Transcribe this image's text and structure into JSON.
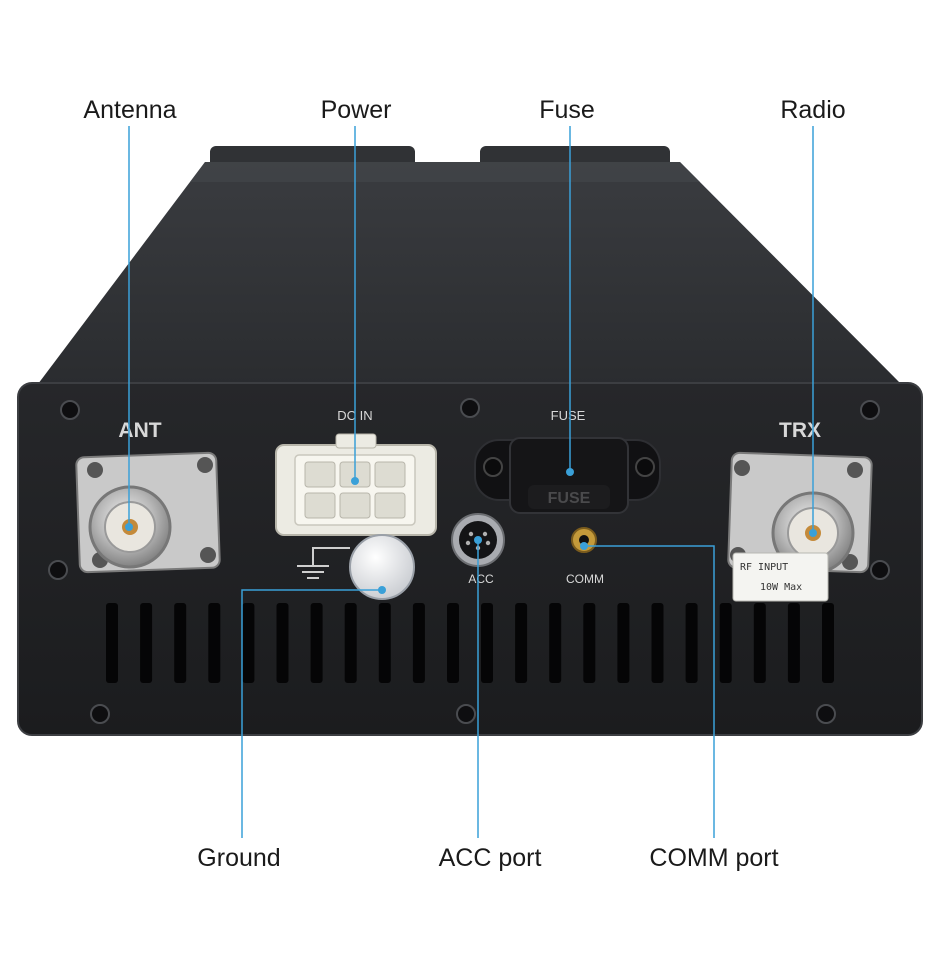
{
  "callouts": {
    "antenna": "Antenna",
    "power": "Power",
    "fuse": "Fuse",
    "radio": "Radio",
    "ground": "Ground",
    "acc_port": "ACC port",
    "comm_port": "COMM port"
  },
  "panel_labels": {
    "ant": "ANT",
    "dc_in": "DC IN",
    "fuse": "FUSE",
    "fuse_cap": "FUSE",
    "trx": "TRX",
    "acc": "ACC",
    "comm": "COMM",
    "sticker_line1": "RF INPUT",
    "sticker_line2": "10W Max"
  },
  "colors": {
    "callout_line": "#3aa0d8",
    "chassis": "#2b2d30",
    "panel": "#1f2023"
  }
}
